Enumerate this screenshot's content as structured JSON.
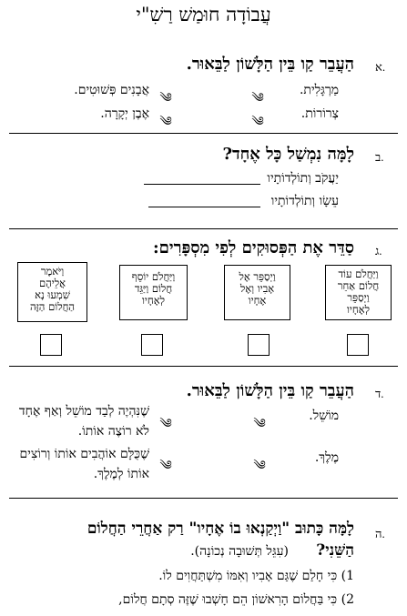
{
  "title": "עֲבוֹדָה חוּמַשׁ רַשִׁ\"י",
  "ornament": "༄",
  "q1": {
    "num": "א.",
    "text": "הַעֲבֵר קַו בֵּין הַלָּשׁוֹן לַבֵּאוּר.",
    "left": [
      "מַרְגָּלִית.",
      "צְרוֹרוֹת."
    ],
    "right": [
      "אֲבָנִים פְּשׁוּטִים.",
      "אֶבֶן יְקָרָה."
    ]
  },
  "q2": {
    "num": "ב.",
    "text": "לָמָּה נִמְשַׁל כָּל אֶחָד?",
    "lines": [
      "יַעֲקֹב וְתוֹלְדוֹתָיו",
      "עֵשָׂו וְתוֹלְדוֹתָיו"
    ]
  },
  "q3": {
    "num": "ג.",
    "text": "סַדֵּר אֶת הַפְּסוּקִים לְפִי מִסְפָּרִים:",
    "boxes": [
      [
        "וַיַּחֲלֹם עוֹד",
        "חֲלוֹם אַחֵר",
        "וַיְסַפֵּר",
        "לְאֶחָיו"
      ],
      [
        "וַיְסַפֵּר אֶל",
        "אָבִיו וְאֶל",
        "אֶחָיו"
      ],
      [
        "וַיַּחֲלֹם יוֹסֵף",
        "חֲלוֹם וַיַּגֵּד",
        "לְאֶחָיו"
      ],
      [
        "וַיֹּאמֶר",
        "אֲלֵיהֶם",
        "שִׁמְעוּ נָא",
        "הַחֲלוֹם הַזֶּה"
      ]
    ]
  },
  "q4": {
    "num": "ד.",
    "text": "הַעֲבֵר קַו בֵּין הַלָּשׁוֹן לַבֵּאוּר.",
    "left": [
      "מוֹשֵׁל.",
      "מֶלֶךְ."
    ],
    "right": [
      [
        "שֶׁנִּהְיֶה לְבַד מוֹשֵׁל וְאַף אֶחָד",
        "לֹא רוֹצֶה אוֹתוֹ."
      ],
      [
        "שֶׁכֻּלָּם אוֹהֲבִים אוֹתוֹ וְרוֹצִים",
        "אוֹתוֹ לְמֶלֶךְ."
      ]
    ]
  },
  "q5": {
    "num": "ה.",
    "text1": "לָמָּה כָּתוּב \"וַיְקַנְאוּ בוֹ אֶחָיו\" רַק אַחֲרֵי הַחֲלוֹם",
    "text2": "הַשֵּׁנִי?",
    "note": "(עִגֵּל תְּשׁוּבָה נְכוֹנָה).",
    "options": [
      "1) כִּי חָלַם שֶׁגַּם אָבִיו וְאִמּוֹ מִשְׁתַּחֲוִים לוֹ.",
      "2) כִּי בַּחֲלוֹם הָרִאשׁוֹן הֵם חָשְׁבוּ שֶׁזֶּה סְתָם חֲלוֹם,"
    ]
  }
}
